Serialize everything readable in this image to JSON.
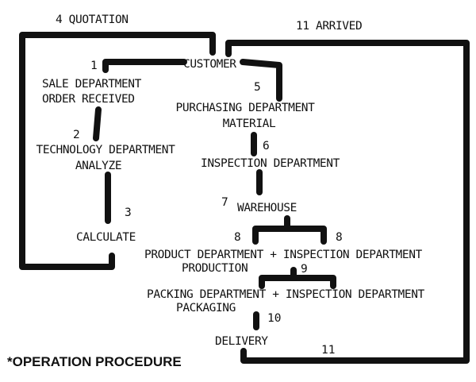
{
  "diagram": {
    "nodes": {
      "customer": "CUSTOMER",
      "sale_line1": "SALE DEPARTMENT",
      "sale_line2": "ORDER RECEIVED",
      "tech_line1": "TECHNOLOGY DEPARTMENT",
      "tech_line2": "ANALYZE",
      "calculate": "CALCULATE",
      "purchasing_line1": "PURCHASING DEPARTMENT",
      "purchasing_line2": "MATERIAL",
      "inspection": "INSPECTION DEPARTMENT",
      "warehouse": "WAREHOUSE",
      "product_row": "PRODUCT DEPARTMENT + INSPECTION DEPARTMENT",
      "production": "PRODUCTION",
      "packing_row": "PACKING DEPARTMENT + INSPECTION DEPARTMENT",
      "packaging": "PACKAGING",
      "delivery": "DELIVERY"
    },
    "step_labels": {
      "quotation": "4  QUOTATION",
      "arrived": "11  ARRIVED"
    },
    "step_numbers": {
      "n1": "1",
      "n2": "2",
      "n3": "3",
      "n5": "5",
      "n6": "6",
      "n7": "7",
      "n8a": "8",
      "n8b": "8",
      "n9": "9",
      "n10": "10",
      "n11": "11"
    },
    "footer": "*OPERATION PROCEDURE",
    "line_color": "#111111"
  }
}
